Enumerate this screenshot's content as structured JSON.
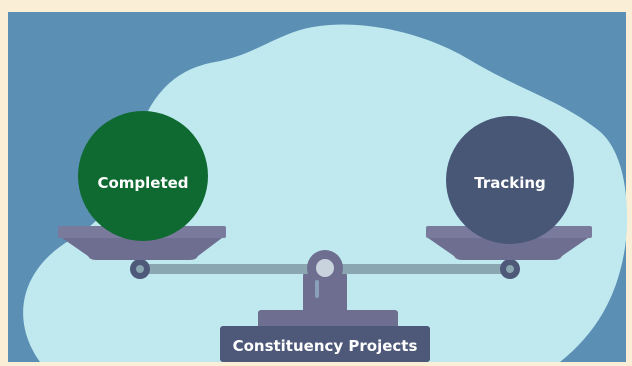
{
  "scene": {
    "left_ball_label": "Completed",
    "right_ball_label": "Tracking",
    "base_label": "Constituency Projects"
  },
  "colors": {
    "frame": "#fbeed6",
    "background": "#5b8fb4",
    "blob": "#bfe9ef",
    "completed_ball": "#0f6a31",
    "tracking_ball": "#495777",
    "scale_pan": "#6e6f90",
    "scale_base": "#4e5878",
    "beam": "#8aa6b0"
  }
}
